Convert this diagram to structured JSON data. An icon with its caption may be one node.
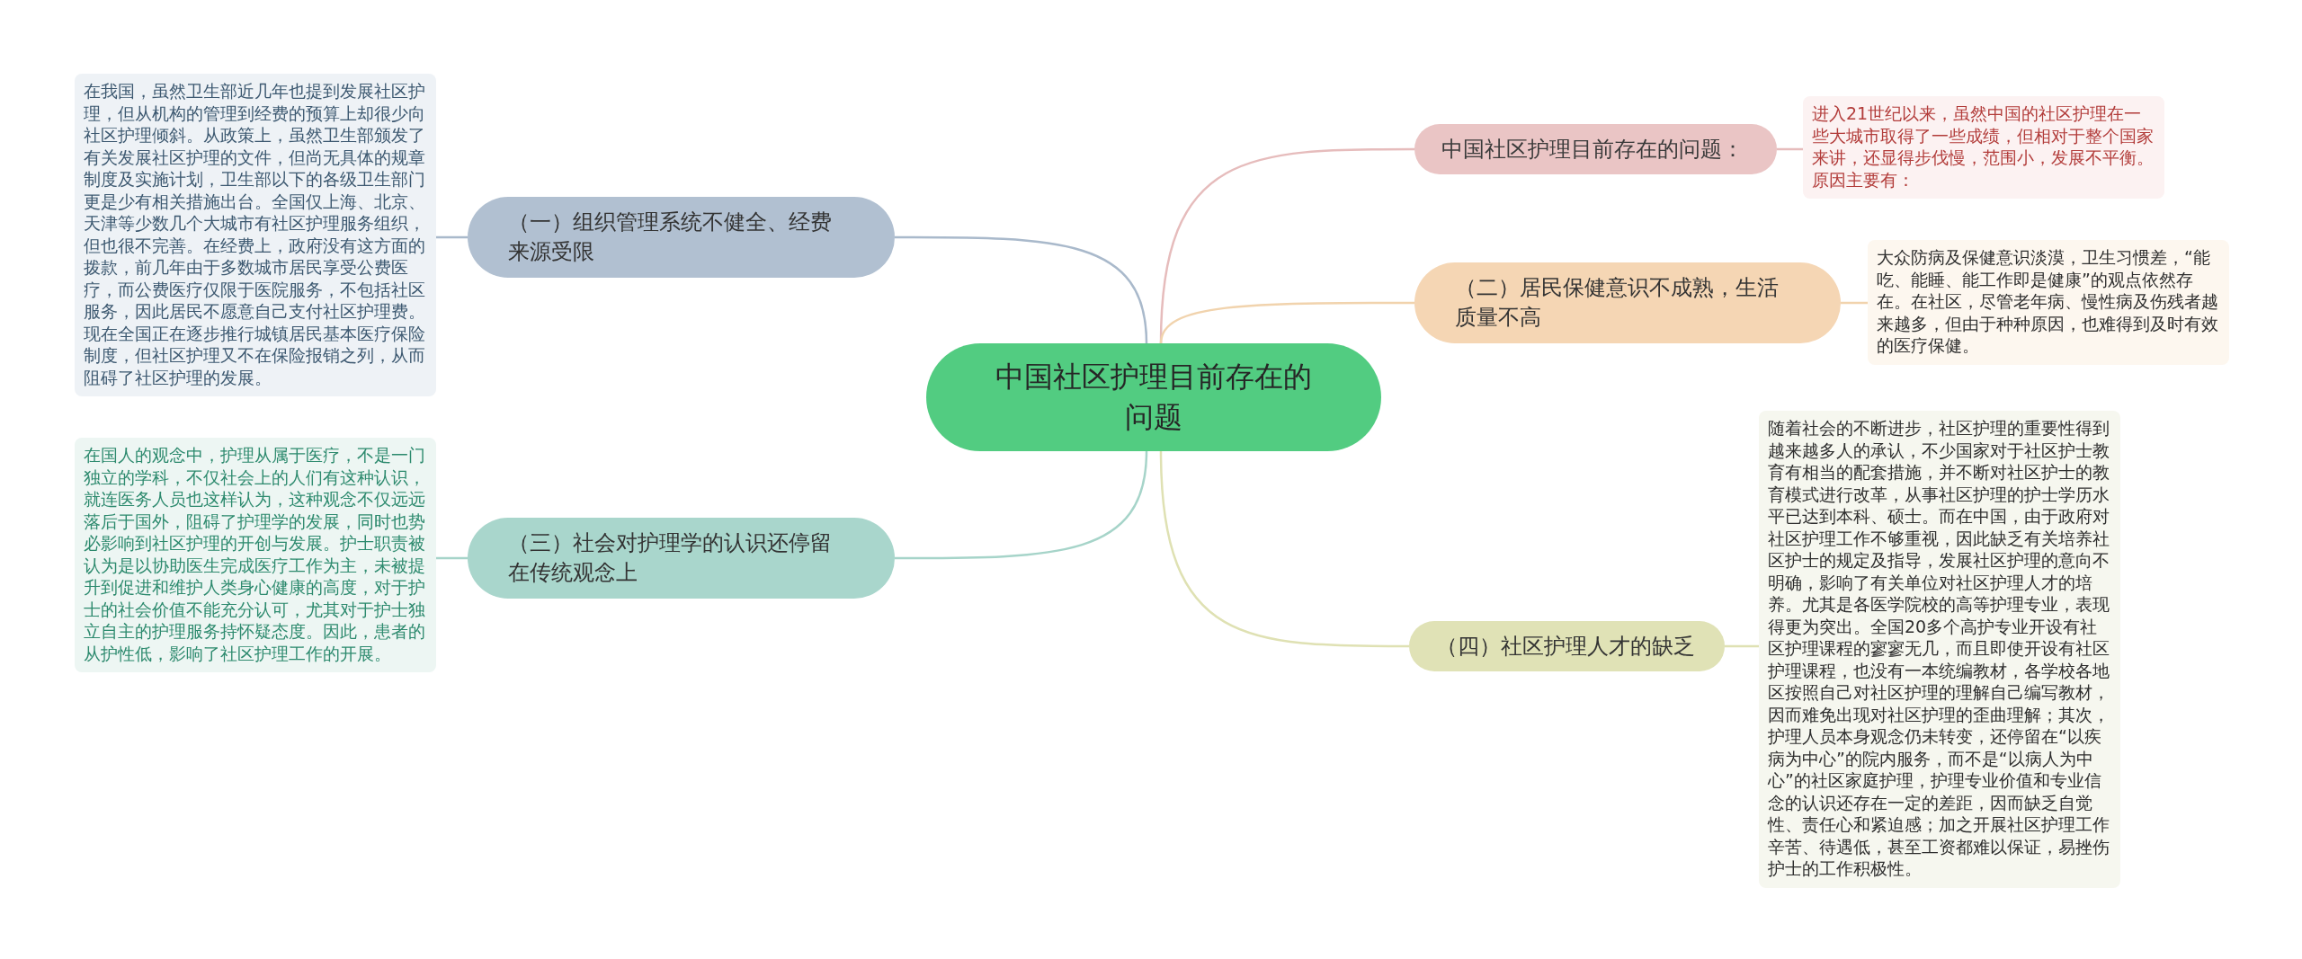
{
  "diagram": {
    "nodes": [
      {
        "text": [
          "中国社区护理目前存在的问题"
        ]
      },
      {
        "text": [
          "中国社区护理目前存在的问题："
        ]
      },
      {
        "text": [
          "进入21世纪以来，虽然中国的社区护理在一些大城市取得了一些成绩，但相对于整个国家来讲，还显得步伐慢，范围小，发展不平衡。原因主要有："
        ]
      },
      {
        "text": [
          "（一）组织管理系统不健全、经费来源受限"
        ]
      },
      {
        "text": [
          "在我国，虽然卫生部近几年也提到发展社区护理，但从机构的管理到经费的预算上却很少向社区护理倾斜。从政策上，虽然卫生部颁发了有关发展社区护理的文件，但尚无具体的规章制度及实施计划，卫生部以下的各级卫生部门更是少有相关措施出台。全国仅上海、北京、天津等少数几个大城市有社区护理服务组织，但也很不完善。在经费上，政府没有这方面的拨款，前几年由于多数城市居民享受公费医疗，而公费医疗仅限于医院服务，不包括社区服务，因此居民不愿意自己支付社区护理费。现在全国正在逐步推行城镇居民基本医疗保险制度，但社区护理又不在保险报销之列，从而阻碍了社区护理的发展。"
        ]
      },
      {
        "text": [
          "（二）居民保健意识不成熟，生活质量不高"
        ]
      },
      {
        "text": [
          "大众防病及保健意识淡漠，卫生习惯差，“能吃、能睡、能工作即是健康”的观点依然存在。在社区，尽管老年病、慢性病及伤残者越来越多，但由于种种原因，也难得到及时有效的医疗保健。"
        ]
      },
      {
        "text": [
          "（三）社会对护理学的认识还停留在传统观念上"
        ]
      },
      {
        "text": [
          "在国人的观念中，护理从属于医疗，不是一门独立的学科，不仅社会上的人们有这种认识，就连医务人员也这样认为，这种观念不仅远远落后于国外，阻碍了护理学的发展，同时也势必影响到社区护理的开创与发展。护士职责被认为是以协助医生完成医疗工作为主，未被提升到促进和维护人类身心健康的高度，对于护士的社会价值不能充分认可，尤其对于护士独立自主的护理服务持怀疑态度。因此，患者的从护性低，影响了社区护理工作的开展。"
        ]
      },
      {
        "text": [
          "（四）社区护理人才的缺乏"
        ]
      },
      {
        "text": [
          "随着社会的不断进步，社区护理的重要性得到越来越多人的承认，不少国家对于社区护士教育有相当的配套措施，并不断对社区护士的教育模式进行改革，从事社区护理的护士学历水平已达到本科、硕士。而在中国，由于政府对社区护理工作不够重视，因此缺乏有关培养社区护士的规定及指导，发展社区护理的意向不明确，影响了有关单位对社区护理人才的培养。尤其是各医学院校的高等护理专业，表现得更为突出。全国20多个高护专业开设有社区护理课程的寥寥无几，而且即使开设有社区护理课程，也没有一本统编教材，各学校各地区按照自己对社区护理的理解自己编写教材，因而难免出现对社区护理的歪曲理解；其次，护理人员本身观念仍未转变，还停留在“以疾病为中心”的院内服务，而不是“以病人为中心”的社区家庭护理，护理专业价值和专业信念的认识还存在一定的差距，因而缺乏自觉性、责任心和紧迫感；加之开展社区护理工作辛苦、待遇低，甚至工资都难以保证，易挫伤护士的工作积极性。"
        ]
      }
    ],
    "edges": [
      {
        "from": 0,
        "to": 1,
        "arrow": "none",
        "color": "#e6bcbc"
      },
      {
        "from": 1,
        "to": 2,
        "arrow": "none",
        "color": "#e6bcbc"
      },
      {
        "from": 0,
        "to": 3,
        "arrow": "none",
        "color": "#a9b9cb"
      },
      {
        "from": 3,
        "to": 4,
        "arrow": "none",
        "color": "#a9b9cb"
      },
      {
        "from": 0,
        "to": 5,
        "arrow": "none",
        "color": "#f1d3ad"
      },
      {
        "from": 5,
        "to": 6,
        "arrow": "none",
        "color": "#f1d3ad"
      },
      {
        "from": 0,
        "to": 7,
        "arrow": "none",
        "color": "#a6d4c9"
      },
      {
        "from": 7,
        "to": 8,
        "arrow": "none",
        "color": "#a6d4c9"
      },
      {
        "from": 0,
        "to": 9,
        "arrow": "none",
        "color": "#dfe1b3"
      },
      {
        "from": 9,
        "to": 10,
        "arrow": "none",
        "color": "#dfe1b3"
      }
    ]
  }
}
